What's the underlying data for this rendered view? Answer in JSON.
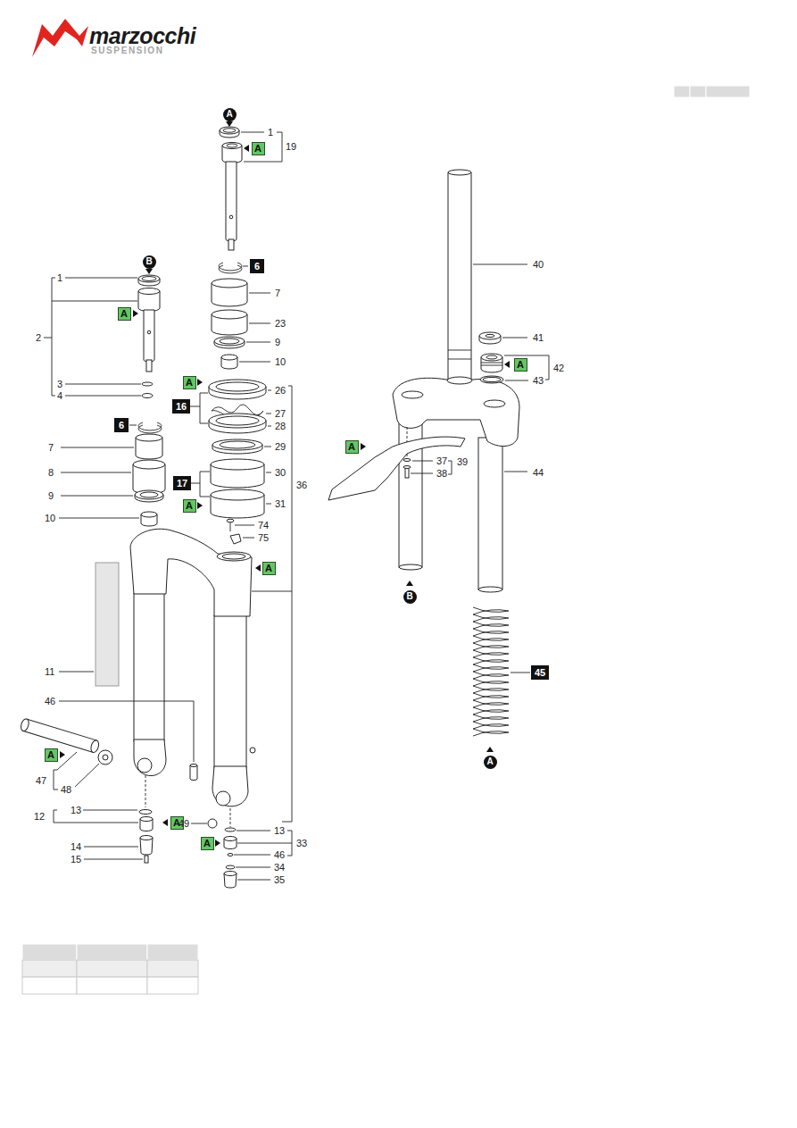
{
  "diagram": {
    "nodes": [
      {
        "text": [
          "A"
        ]
      },
      {
        "text": [
          "A"
        ]
      },
      {
        "text": [
          "B"
        ]
      },
      {
        "text": [
          "6"
        ]
      },
      {
        "text": [
          "A"
        ]
      },
      {
        "text": [
          "A"
        ]
      },
      {
        "text": [
          "16"
        ]
      },
      {
        "text": [
          "6"
        ]
      },
      {
        "text": [
          "17"
        ]
      },
      {
        "text": [
          "A"
        ]
      },
      {
        "text": [
          "A"
        ]
      },
      {
        "text": [
          "A"
        ]
      },
      {
        "text": [
          "A"
        ]
      },
      {
        "text": [
          "B"
        ]
      },
      {
        "text": [
          "45"
        ]
      },
      {
        "text": [
          "A"
        ]
      },
      {
        "text": [
          "A"
        ]
      },
      {
        "text": [
          "A"
        ]
      },
      {
        "text": [
          "A"
        ]
      }
    ],
    "labels": [
      "marzocchi",
      "SUSPENSION",
      "1",
      "19",
      "7",
      "23",
      "9",
      "10",
      "26",
      "27",
      "28",
      "29",
      "30",
      "31",
      "36",
      "74",
      "75",
      "1",
      "2",
      "3",
      "4",
      "7",
      "8",
      "9",
      "10",
      "11",
      "46",
      "47",
      "48",
      "12",
      "13",
      "14",
      "15",
      "49",
      "13",
      "33",
      "46",
      "34",
      "35",
      "40",
      "41",
      "42",
      "43",
      "37",
      "38",
      "39",
      "44"
    ]
  }
}
